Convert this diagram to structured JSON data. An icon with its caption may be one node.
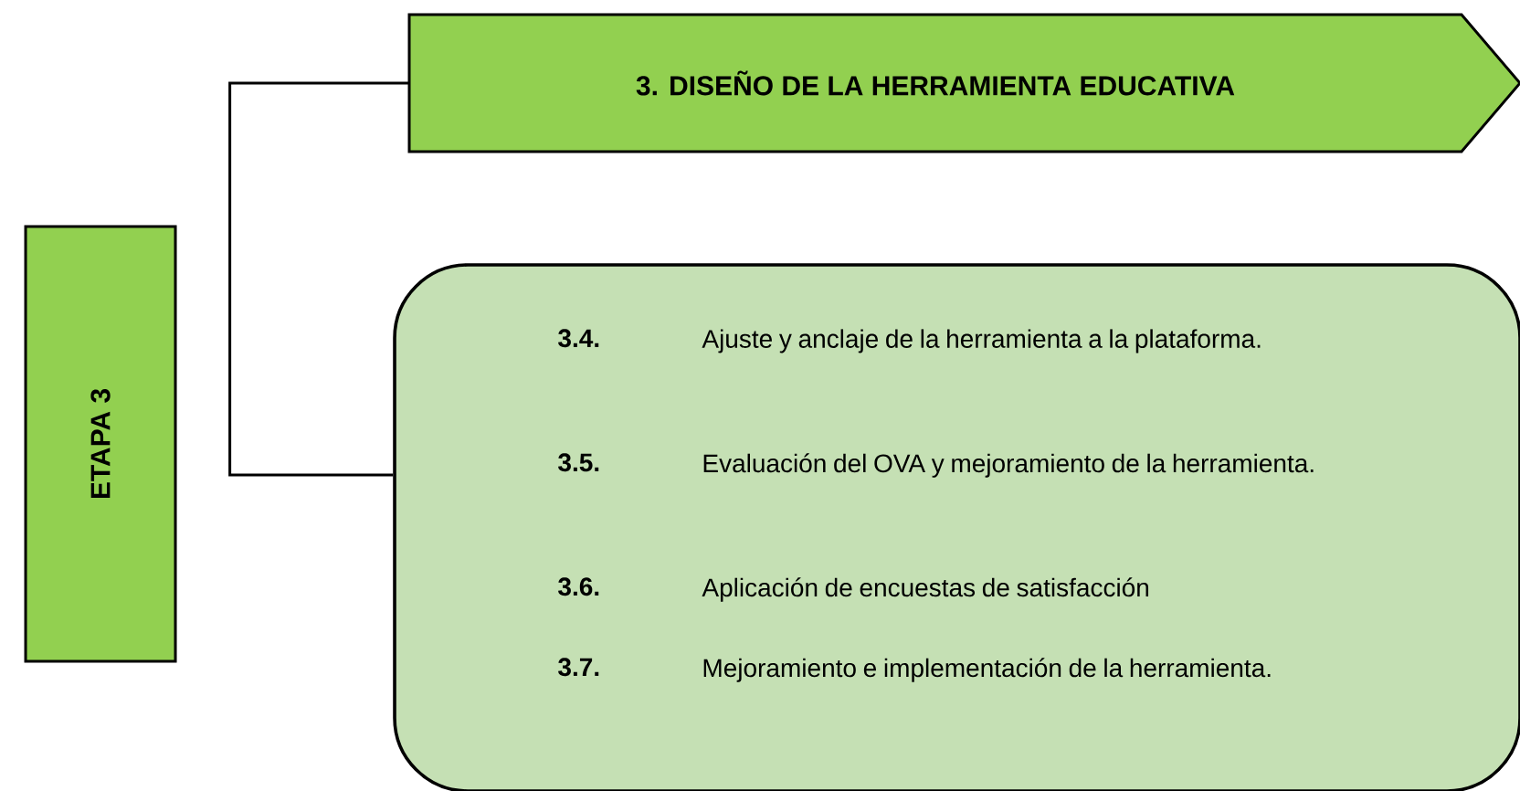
{
  "diagram": {
    "nodes": [
      {
        "text": [
          "ETAPA 3"
        ]
      },
      {
        "text": [
          "3.  DISEÑO DE LA HERRAMIENTA EDUCATIVA"
        ]
      },
      {
        "text": [
          "3.4.",
          "Ajuste y anclaje de la herramienta a la plataforma.",
          "3.5.",
          "Evaluación del OVA y mejoramiento de la herramienta.",
          "3.6.",
          "Aplicación de encuestas de satisfacción",
          "3.7.",
          "Mejoramiento e implementación de la herramienta."
        ]
      }
    ],
    "edges": [
      {
        "from": 1,
        "to": 2,
        "arrow": "none"
      }
    ]
  }
}
